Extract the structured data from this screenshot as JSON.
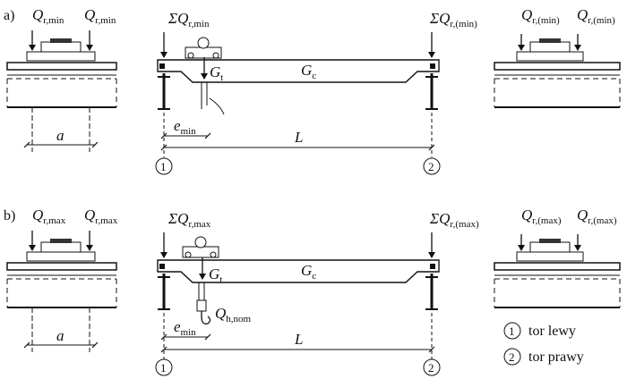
{
  "panels": [
    {
      "label": "a)",
      "left_load": {
        "sym": "Q",
        "sub": "r,min"
      },
      "right_load_end": {
        "sym": "Q",
        "sub": "r,min"
      },
      "sum_left": {
        "sym": "ΣQ",
        "sub": "r,min"
      },
      "sum_right": {
        "sym": "ΣQ",
        "sub": "r,(min)"
      },
      "far_left_load": {
        "sym": "Q",
        "sub": "r,(min)"
      },
      "far_right_load": {
        "sym": "Q",
        "sub": "r,(min)"
      },
      "gt": {
        "sym": "G",
        "sub": "t"
      },
      "gc": {
        "sym": "G",
        "sub": "c"
      },
      "a": "a",
      "e": {
        "sym": "e",
        "sub": "min"
      },
      "L": "L",
      "node_left": "1",
      "node_right": "2",
      "hook": null
    },
    {
      "label": "b)",
      "left_load": {
        "sym": "Q",
        "sub": "r,max"
      },
      "right_load_end": {
        "sym": "Q",
        "sub": "r,max"
      },
      "sum_left": {
        "sym": "ΣQ",
        "sub": "r,max"
      },
      "sum_right": {
        "sym": "ΣQ",
        "sub": "r,(max)"
      },
      "far_left_load": {
        "sym": "Q",
        "sub": "r,(max)"
      },
      "far_right_load": {
        "sym": "Q",
        "sub": "r,(max)"
      },
      "gt": {
        "sym": "G",
        "sub": "t"
      },
      "gc": {
        "sym": "G",
        "sub": "c"
      },
      "a": "a",
      "e": {
        "sym": "e",
        "sub": "min"
      },
      "L": "L",
      "node_left": "1",
      "node_right": "2",
      "hook": {
        "sym": "Q",
        "sub": "h,nom"
      }
    }
  ],
  "legend": [
    {
      "num": "1",
      "text": "tor lewy"
    },
    {
      "num": "2",
      "text": "tor prawy"
    }
  ]
}
